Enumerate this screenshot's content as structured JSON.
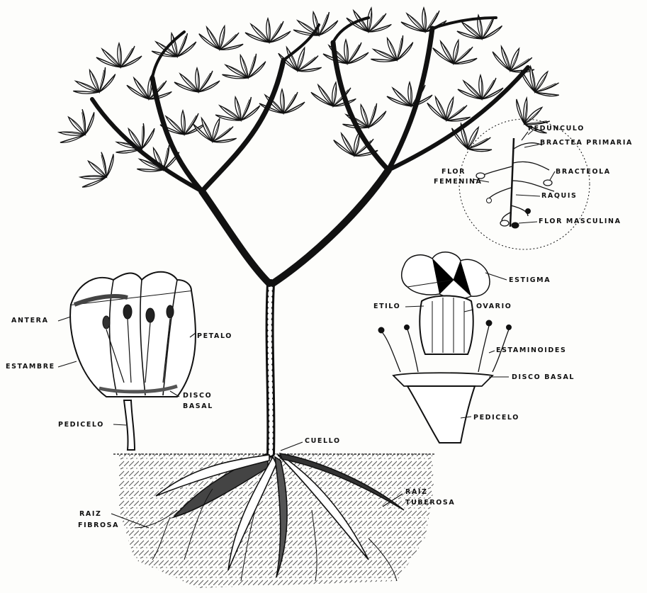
{
  "colors": {
    "ink": "#111111",
    "paper": "#fdfdfb",
    "soil": "#555555"
  },
  "labels": {
    "pedunculo": "PEDUNCULO",
    "bractea_primaria": "BRACTEA PRIMARIA",
    "flor_femenina_1": "FLOR",
    "flor_femenina_2": "FEMENINA",
    "bracteola": "BRACTEOLA",
    "raquis": "RAQUIS",
    "flor_masculina": "FLOR MASCULINA",
    "estigma": "ESTIGMA",
    "etilo": "ETILO",
    "ovario": "OVARIO",
    "estaminoides": "ESTAMINOIDES",
    "disco_basal_female": "DISCO BASAL",
    "pedicelo_female": "PEDICELO",
    "antera": "ANTERA",
    "petalo": "PETALO",
    "estambre": "ESTAMBRE",
    "disco_basal_male_1": "DISCO",
    "disco_basal_male_2": "BASAL",
    "pedicelo_male": "PEDICELO",
    "cuello": "CUELLO",
    "raiz_tuberosa_1": "RAIZ",
    "raiz_tuberosa_2": "TUBEROSA",
    "raiz_fibrosa_1": "RAIZ",
    "raiz_fibrosa_2": "FIBROSA"
  }
}
